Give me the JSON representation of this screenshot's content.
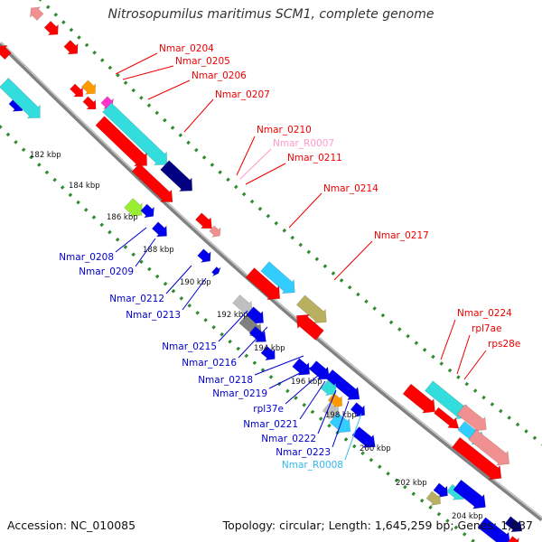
{
  "header": {
    "title": "Nitrosopumilus maritimus SCM1, complete genome"
  },
  "footer": {
    "accession": "Accession: NC_010085",
    "topology": "Topology: circular; Length: 1,645,259 bp; Genes: 1,837"
  },
  "colors": {
    "red": "#ff0000",
    "blue": "#0000ee",
    "cyan": "#33dddd",
    "navy": "#000080",
    "olive": "#b8b060",
    "gray": "#c0c0c0",
    "darkgray": "#808080",
    "pink": "#f09090",
    "orange": "#ff9900",
    "magenta": "#ff33cc",
    "lime": "#99ee33",
    "sky": "#33ccff",
    "backbone": "#808080",
    "dots": "#2e8b2e",
    "label_red": "#ee0000",
    "label_blue": "#0000cc",
    "label_pink": "#ff99cc",
    "label_sky": "#33bbee"
  },
  "scale_labels": [
    "182 kbp",
    "184 kbp",
    "186 kbp",
    "188 kbp",
    "190 kbp",
    "192 kbp",
    "194 kbp",
    "196 kbp",
    "198 kbp",
    "200 kbp",
    "202 kbp",
    "204 kbp"
  ],
  "top_labels": [
    {
      "text": "Nmar_0204",
      "color": "red"
    },
    {
      "text": "Nmar_0205",
      "color": "red"
    },
    {
      "text": "Nmar_0206",
      "color": "red"
    },
    {
      "text": "Nmar_0207",
      "color": "red"
    },
    {
      "text": "Nmar_0210",
      "color": "red"
    },
    {
      "text": "Nmar_R0007",
      "color": "pink"
    },
    {
      "text": "Nmar_0211",
      "color": "red"
    },
    {
      "text": "Nmar_0214",
      "color": "red"
    },
    {
      "text": "Nmar_0217",
      "color": "red"
    },
    {
      "text": "Nmar_0224",
      "color": "red"
    },
    {
      "text": "rpl7ae",
      "color": "red"
    },
    {
      "text": "rps28e",
      "color": "red"
    }
  ],
  "bottom_labels": [
    {
      "text": "Nmar_0208",
      "color": "blue"
    },
    {
      "text": "Nmar_0209",
      "color": "blue"
    },
    {
      "text": "Nmar_0212",
      "color": "blue"
    },
    {
      "text": "Nmar_0213",
      "color": "blue"
    },
    {
      "text": "Nmar_0215",
      "color": "blue"
    },
    {
      "text": "Nmar_0216",
      "color": "blue"
    },
    {
      "text": "Nmar_0218",
      "color": "blue"
    },
    {
      "text": "Nmar_0219",
      "color": "blue"
    },
    {
      "text": "rpl37e",
      "color": "blue"
    },
    {
      "text": "Nmar_0221",
      "color": "blue"
    },
    {
      "text": "Nmar_0222",
      "color": "blue"
    },
    {
      "text": "Nmar_0223",
      "color": "blue"
    },
    {
      "text": "Nmar_R0008",
      "color": "sky"
    }
  ]
}
